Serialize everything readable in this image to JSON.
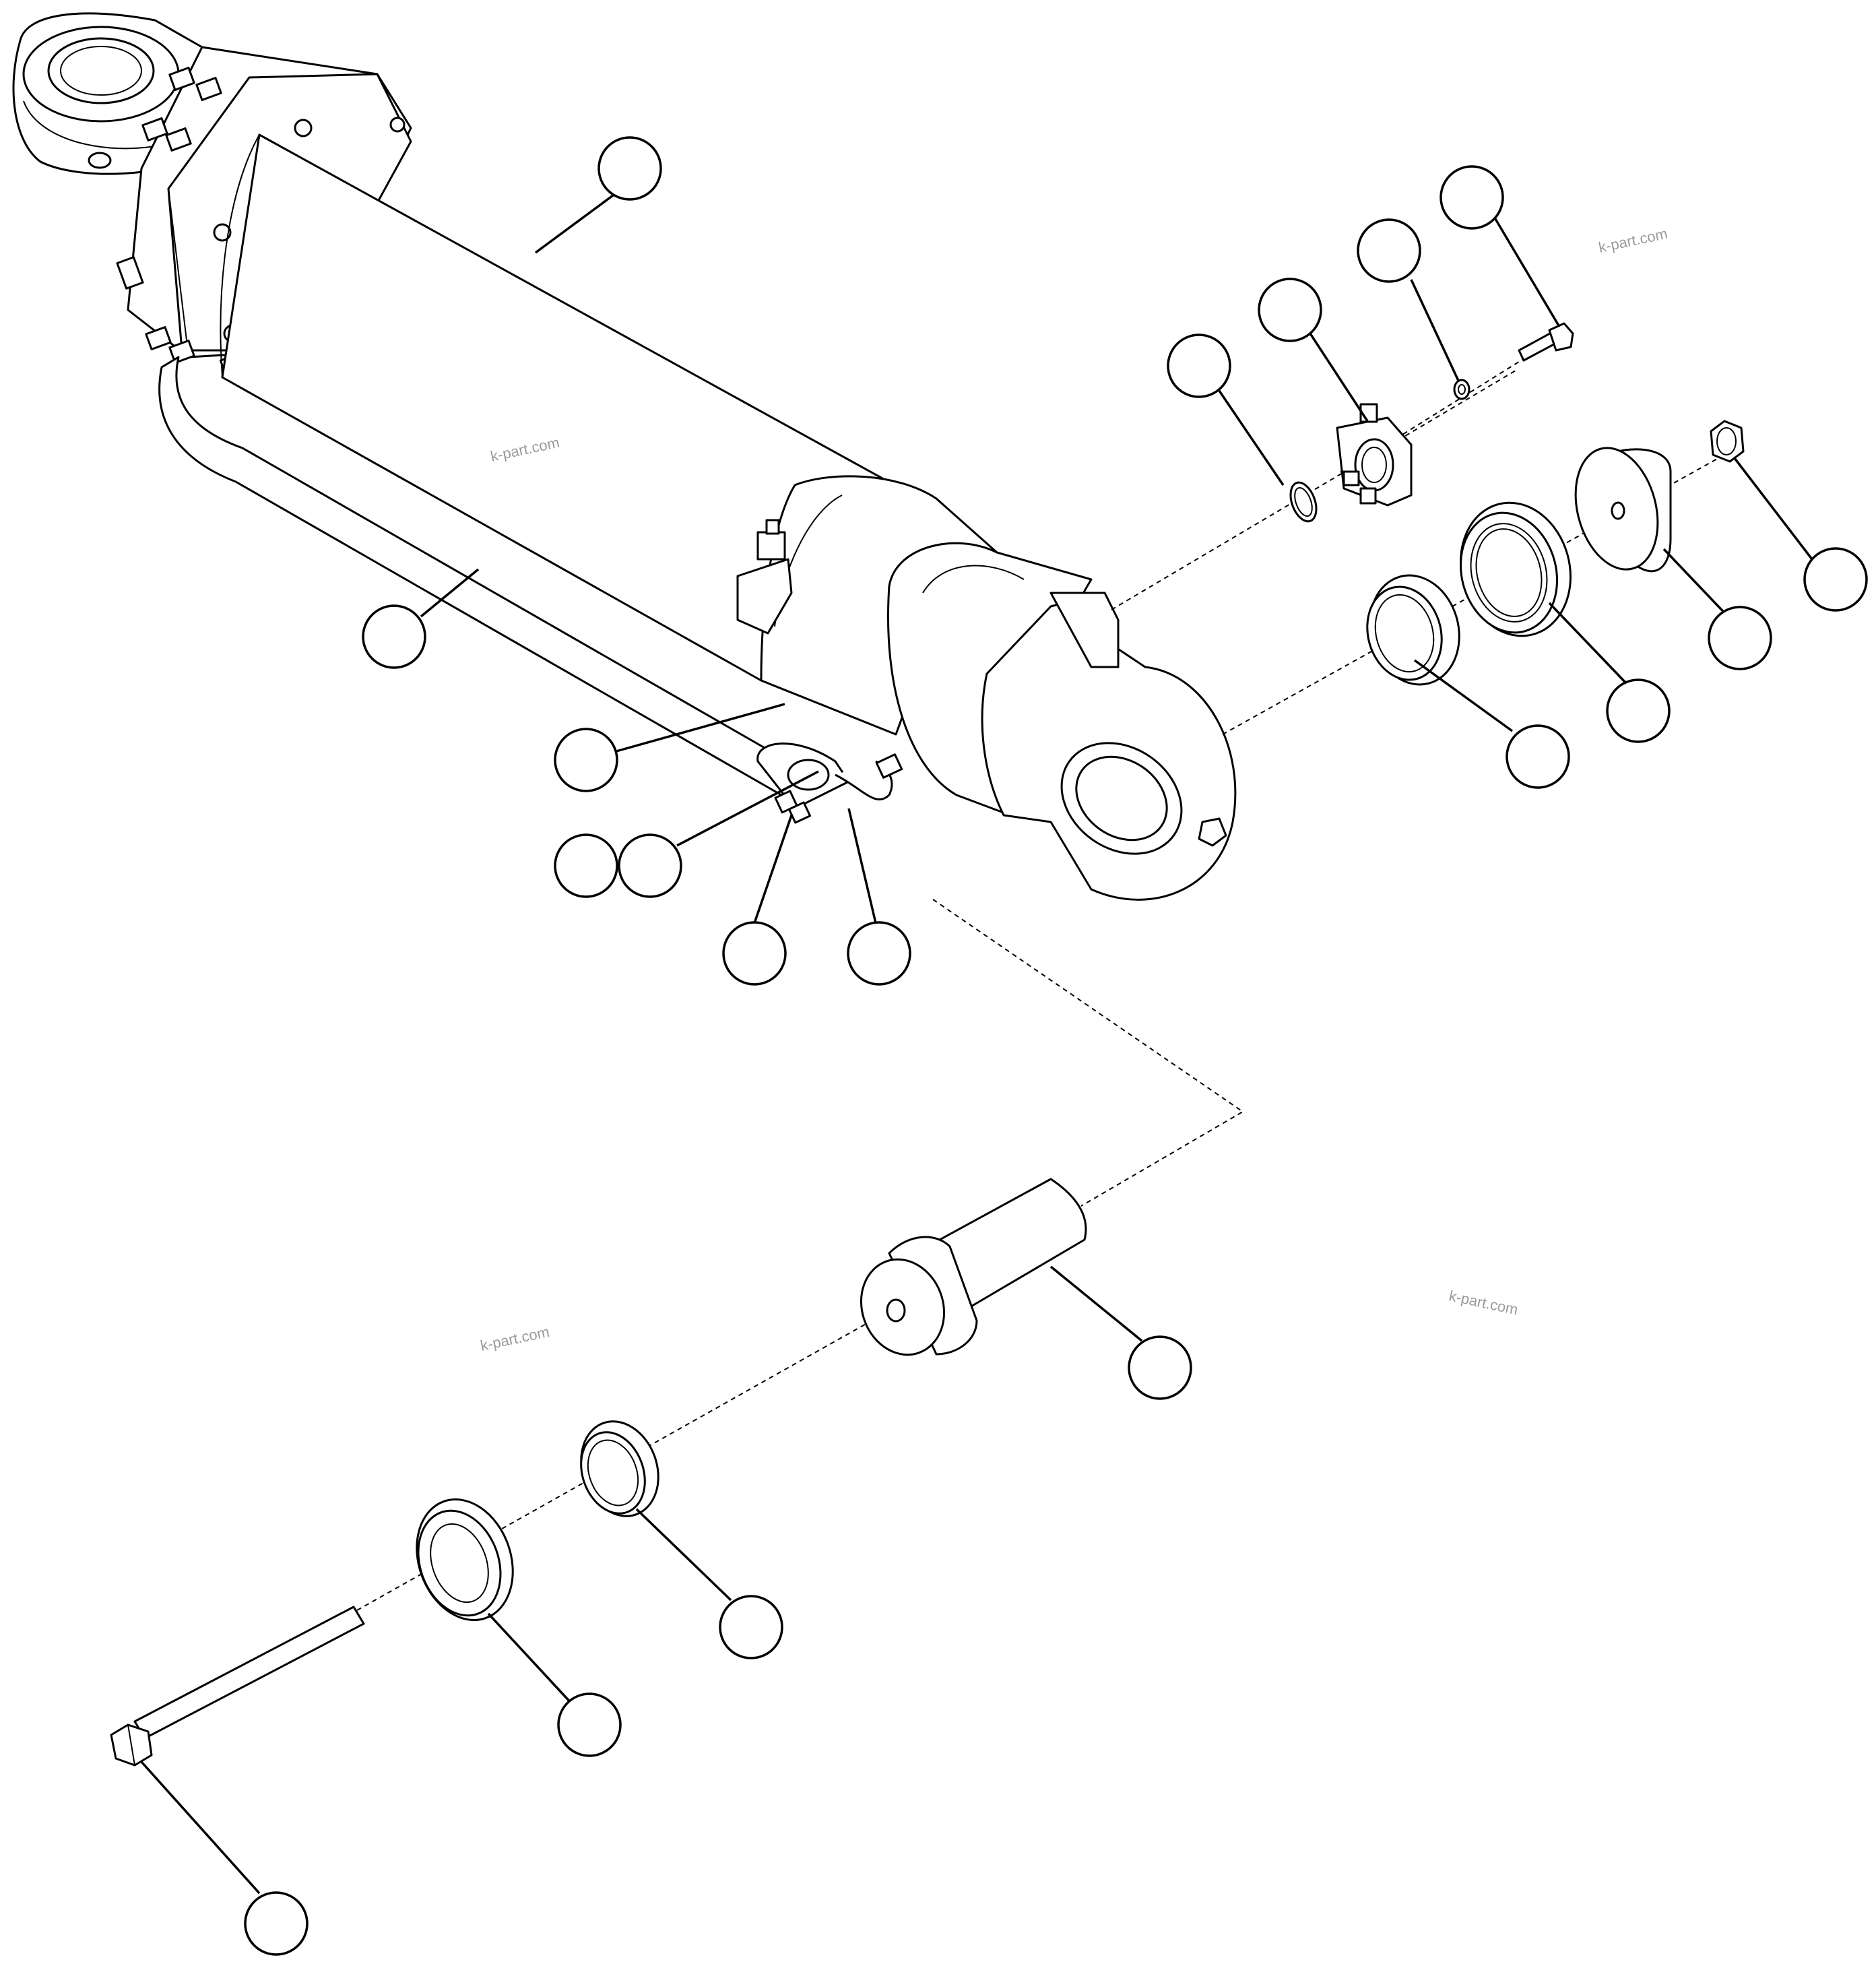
{
  "watermarks": [
    "k-part.com",
    "k-part.com",
    "k-part.com",
    "k-part.com"
  ],
  "drawing_code": "",
  "callouts": [
    {
      "name": "callout-cylinder-tube"
    },
    {
      "name": "callout-tube-line"
    },
    {
      "name": "callout-sensor-bracket"
    },
    {
      "name": "callout-flange-left"
    },
    {
      "name": "callout-flange-right"
    },
    {
      "name": "callout-bolt-small"
    },
    {
      "name": "callout-elbow-hose"
    },
    {
      "name": "callout-o-ring"
    },
    {
      "name": "callout-split-flange"
    },
    {
      "name": "callout-lock-washer"
    },
    {
      "name": "callout-flange-bolt"
    },
    {
      "name": "callout-rod-end-seal"
    },
    {
      "name": "callout-rod-end-bushing"
    },
    {
      "name": "callout-rod-end-spacer"
    },
    {
      "name": "callout-nut"
    },
    {
      "name": "callout-pin"
    },
    {
      "name": "callout-pin-seal"
    },
    {
      "name": "callout-pin-spacer"
    },
    {
      "name": "callout-pin-bolt"
    }
  ]
}
